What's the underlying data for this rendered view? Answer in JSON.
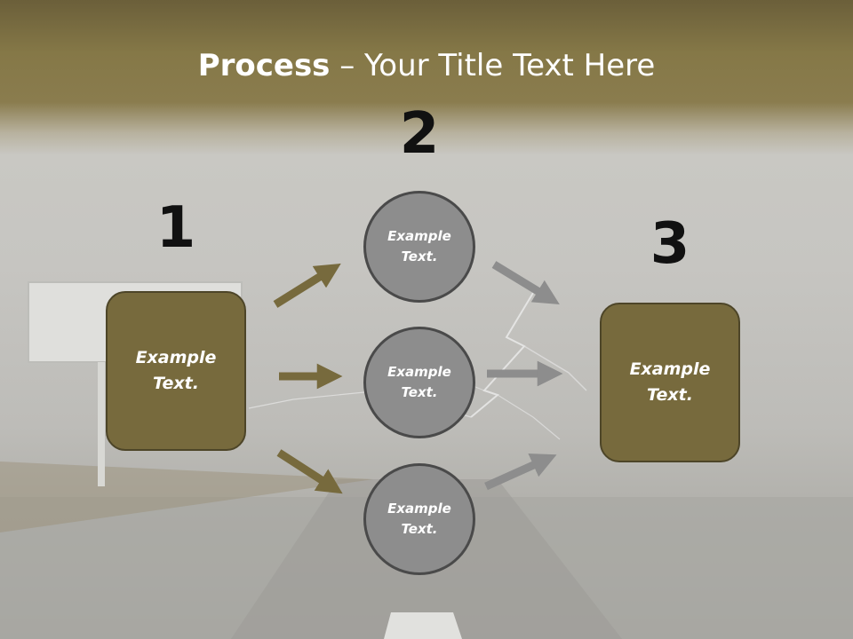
{
  "title": {
    "bold": "Process",
    "rest": " – Your Title Text Here"
  },
  "steps": [
    {
      "number": "1",
      "label": "Example Text."
    },
    {
      "number": "2",
      "labels": [
        "Example Text.",
        "Example Text.",
        "Example Text."
      ]
    },
    {
      "number": "3",
      "label": "Example Text."
    }
  ],
  "colors": {
    "box_fill": "#776a3d",
    "circle_fill": "#8d8d8d",
    "arrow_left": "#776a3d",
    "arrow_right": "#8d8d8d"
  }
}
